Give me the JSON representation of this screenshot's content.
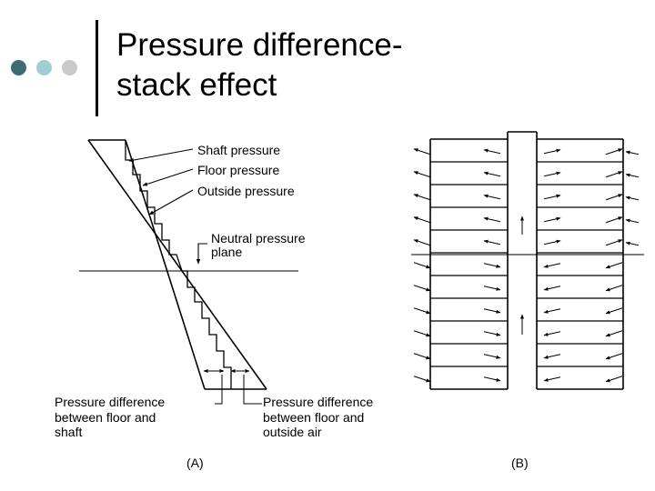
{
  "slide": {
    "title_line1": "Pressure difference-",
    "title_line2": "stack effect",
    "dot_colors": [
      "#3E6B72",
      "#9FCFD2",
      "#C9C9C9"
    ]
  },
  "diagram_a": {
    "caption": "(A)",
    "labels": {
      "shaft_pressure": "Shaft pressure",
      "floor_pressure": "Floor pressure",
      "outside_pressure": "Outside pressure",
      "neutral_plane_line1": "Neutral pressure",
      "neutral_plane_line2": "plane",
      "diff_floor_shaft_line1": "Pressure difference",
      "diff_floor_shaft_line2": "between floor and",
      "diff_floor_shaft_line3": "shaft",
      "diff_floor_outside_line1": "Pressure difference",
      "diff_floor_outside_line2": "between floor and",
      "diff_floor_outside_line3": "outside air"
    }
  },
  "diagram_b": {
    "caption": "(B)",
    "floors": 11,
    "neutral_plane_floor_boundary": 5
  }
}
